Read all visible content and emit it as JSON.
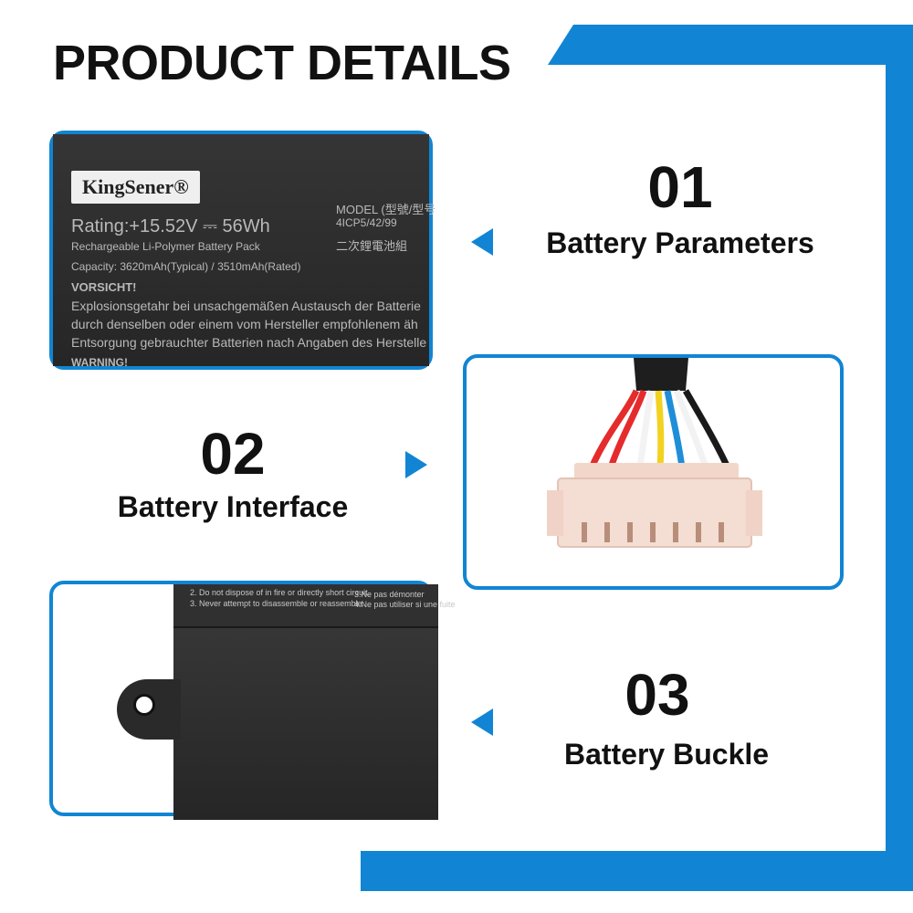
{
  "header": {
    "title": "PRODUCT DETAILS"
  },
  "colors": {
    "accent": "#1185d3",
    "text": "#111111"
  },
  "sections": [
    {
      "number": "01",
      "caption": "Battery Parameters"
    },
    {
      "number": "02",
      "caption": "Battery Interface"
    },
    {
      "number": "03",
      "caption": "Battery Buckle"
    }
  ],
  "label": {
    "brand": "KingSener®",
    "model_line1": "MODEL (型號/型号",
    "model_line2": "4ICP5/42/99",
    "model_line3": "二次鋰電池組",
    "rating": "Rating:+15.52V ⎓ 56Wh",
    "pack": "Rechargeable Li-Polymer Battery Pack",
    "capacity": "Capacity: 3620mAh(Typical) / 3510mAh(Rated)",
    "warning_title": "VORSICHT!",
    "warning_line1": "Explosionsgetahr bei unsachgemäßen Austausch der Batterie",
    "warning_line2": "durch denselben oder einem vom Hersteller empfohlenem äh",
    "warning_line3": "Entsorgung gebrauchter Batterien nach Angaben des Herstelle",
    "warning_cut": "WARNING!"
  },
  "buckle_label": {
    "line1": "2. Do not dispose of in fire or directly short circuit.",
    "line2": "3. Never attempt to disassemble or reassemble.",
    "line3": "3.Ne pas démonter",
    "line4": "4.Ne pas utiliser si une fuite"
  }
}
